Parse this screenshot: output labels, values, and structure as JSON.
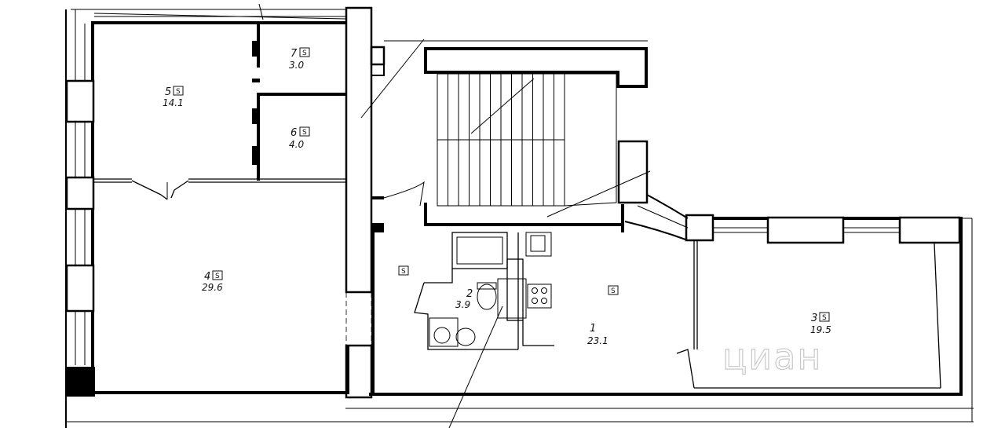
{
  "rooms": [
    {
      "id": "room-1",
      "number": "1",
      "area": "23.1"
    },
    {
      "id": "room-2",
      "number": "2",
      "area": "3.9"
    },
    {
      "id": "room-3",
      "number": "3",
      "area": "19.5"
    },
    {
      "id": "room-4",
      "number": "4",
      "area": "29.6"
    },
    {
      "id": "room-5",
      "number": "5",
      "area": "14.1"
    },
    {
      "id": "room-6",
      "number": "6",
      "area": "4.0"
    },
    {
      "id": "room-7",
      "number": "7",
      "area": "3.0"
    }
  ],
  "area_symbol": "S",
  "watermark": "циан",
  "colors": {
    "line": "#000000",
    "background": "#ffffff",
    "watermark": "#c9c9c9"
  }
}
